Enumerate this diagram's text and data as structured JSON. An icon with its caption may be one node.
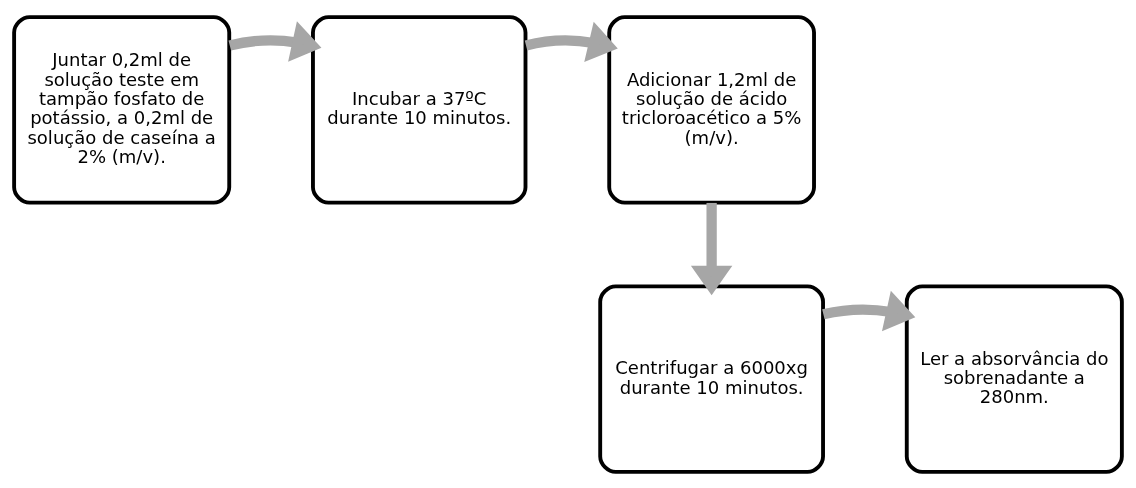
{
  "diagram": {
    "nodes": [
      {
        "text": [
          "Juntar 0,2ml de solução teste em tampão fosfato de potássio, a 0,2ml de solução de caseína a 2% (m/v)."
        ]
      },
      {
        "text": [
          "Incubar a 37ºC durante 10 minutos."
        ]
      },
      {
        "text": [
          "Adicionar 1,2ml de solução de ácido tricloroacético a 5% (m/v)."
        ]
      },
      {
        "text": [
          "Ler a absorvância do sobrenadante a 280nm."
        ]
      },
      {
        "text": [
          "Centrifugar a 6000xg durante 10 minutos."
        ]
      }
    ],
    "edges": [
      {
        "from": 0,
        "to": 1,
        "arrow": "to"
      },
      {
        "from": 1,
        "to": 2,
        "arrow": "to"
      },
      {
        "from": 2,
        "to": 4,
        "arrow": "to"
      },
      {
        "from": 4,
        "to": 3,
        "arrow": "to"
      }
    ]
  }
}
